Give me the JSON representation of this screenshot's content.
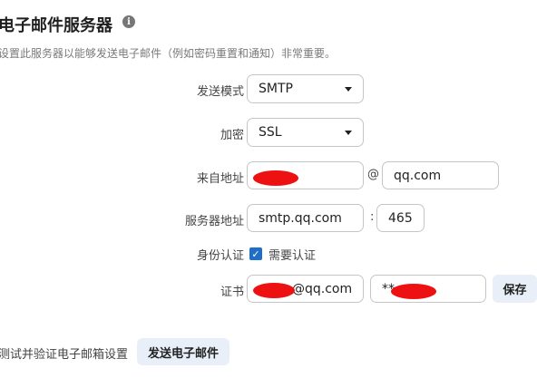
{
  "page": {
    "title": "电子邮件服务器",
    "info_icon": "i",
    "description": "设置此服务器以能够发送电子邮件（例如密码重置和通知）非常重要。"
  },
  "form": {
    "send_mode": {
      "label": "发送模式",
      "value": "SMTP"
    },
    "encryption": {
      "label": "加密",
      "value": "SSL"
    },
    "from_address": {
      "label": "来自地址",
      "at_symbol": "@",
      "domain": "qq.com"
    },
    "server_address": {
      "label": "服务器地址",
      "host": "smtp.qq.com",
      "colon": ":",
      "port": "465"
    },
    "auth": {
      "label": "身份认证",
      "checkbox_label": "需要认证",
      "checked": true,
      "check_glyph": "✓"
    },
    "credentials": {
      "label": "证书",
      "username_suffix": "@qq.com",
      "password_prefix": "**",
      "save_button": "保存"
    }
  },
  "test": {
    "label": "测试并验证电子邮箱设置",
    "send_button": "发送电子邮件"
  },
  "colors": {
    "accent": "#1f6fc9",
    "button_bg": "#e8eff8",
    "redaction": "#ee1111"
  },
  "icons": [
    "info-icon",
    "chevron-down-icon",
    "check-icon"
  ]
}
